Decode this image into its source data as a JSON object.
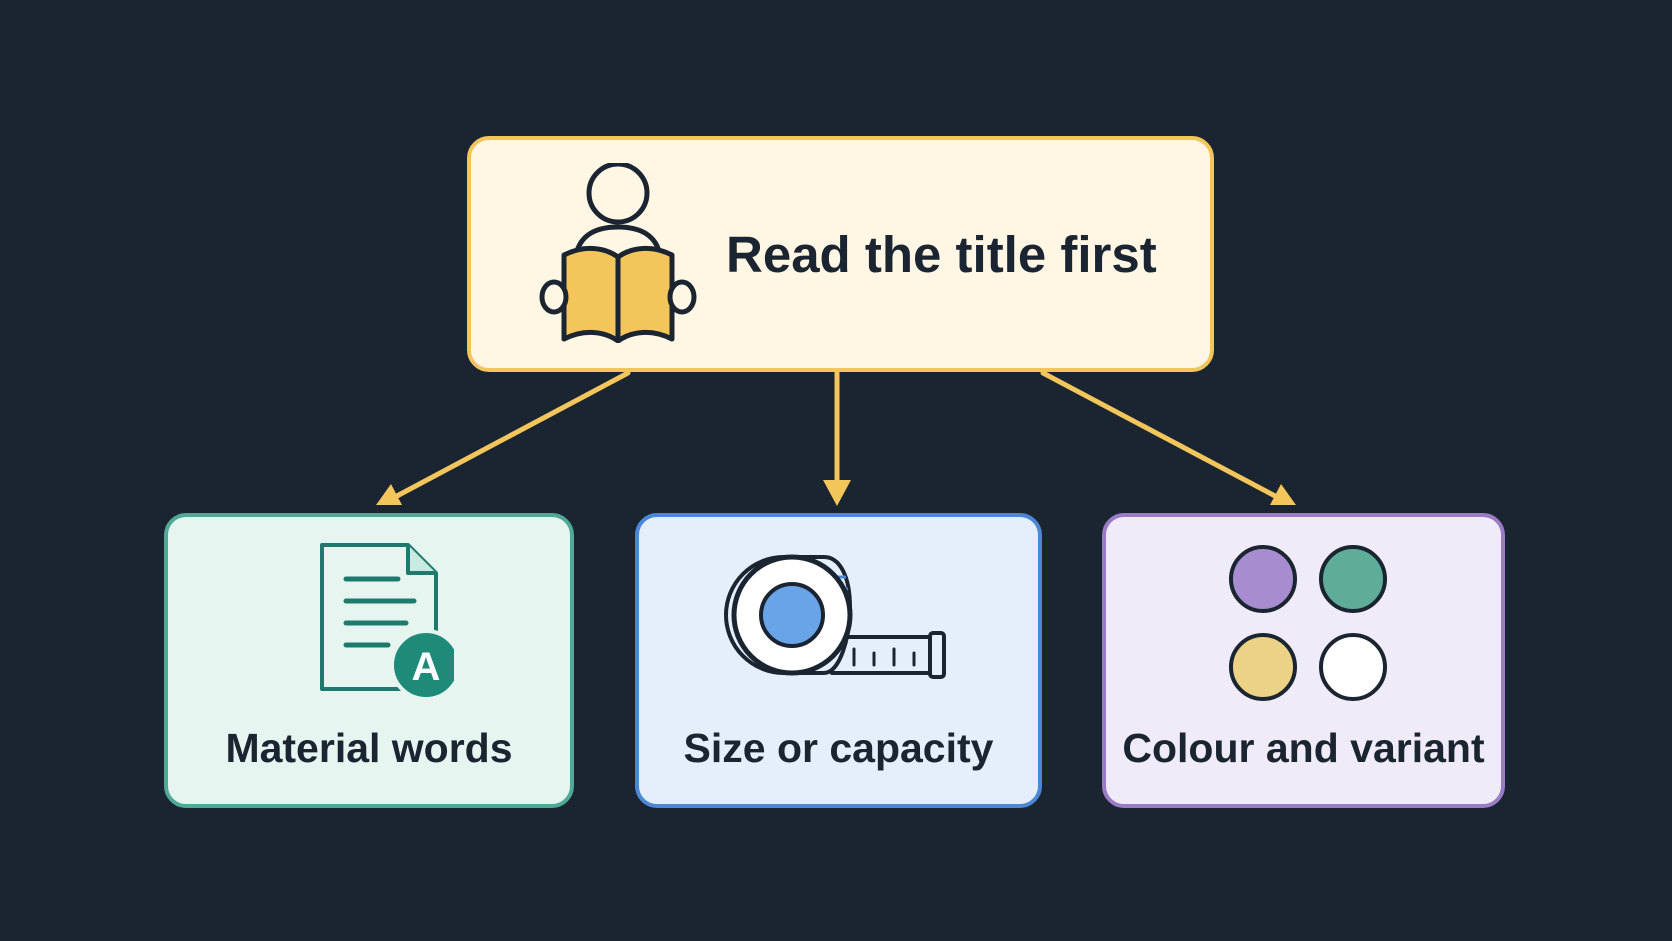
{
  "diagram": {
    "root": {
      "label": "Read the title first",
      "icon": "person-reading-book-icon",
      "color": "#f2c65a",
      "fill": "#fff6e3"
    },
    "children": [
      {
        "label": "Material words",
        "icon": "document-letter-a-icon",
        "icon_letter": "A",
        "color": "#4fa994",
        "fill": "#e6f5f0"
      },
      {
        "label": "Size or capacity",
        "icon": "tape-measure-icon",
        "color": "#4b88d6",
        "fill": "#e5effc"
      },
      {
        "label": "Colour and variant",
        "icon": "color-swatches-icon",
        "color": "#9a7cc6",
        "fill": "#efebf8"
      }
    ],
    "arrow_color": "#f2c65a",
    "background": "#1b2431"
  }
}
